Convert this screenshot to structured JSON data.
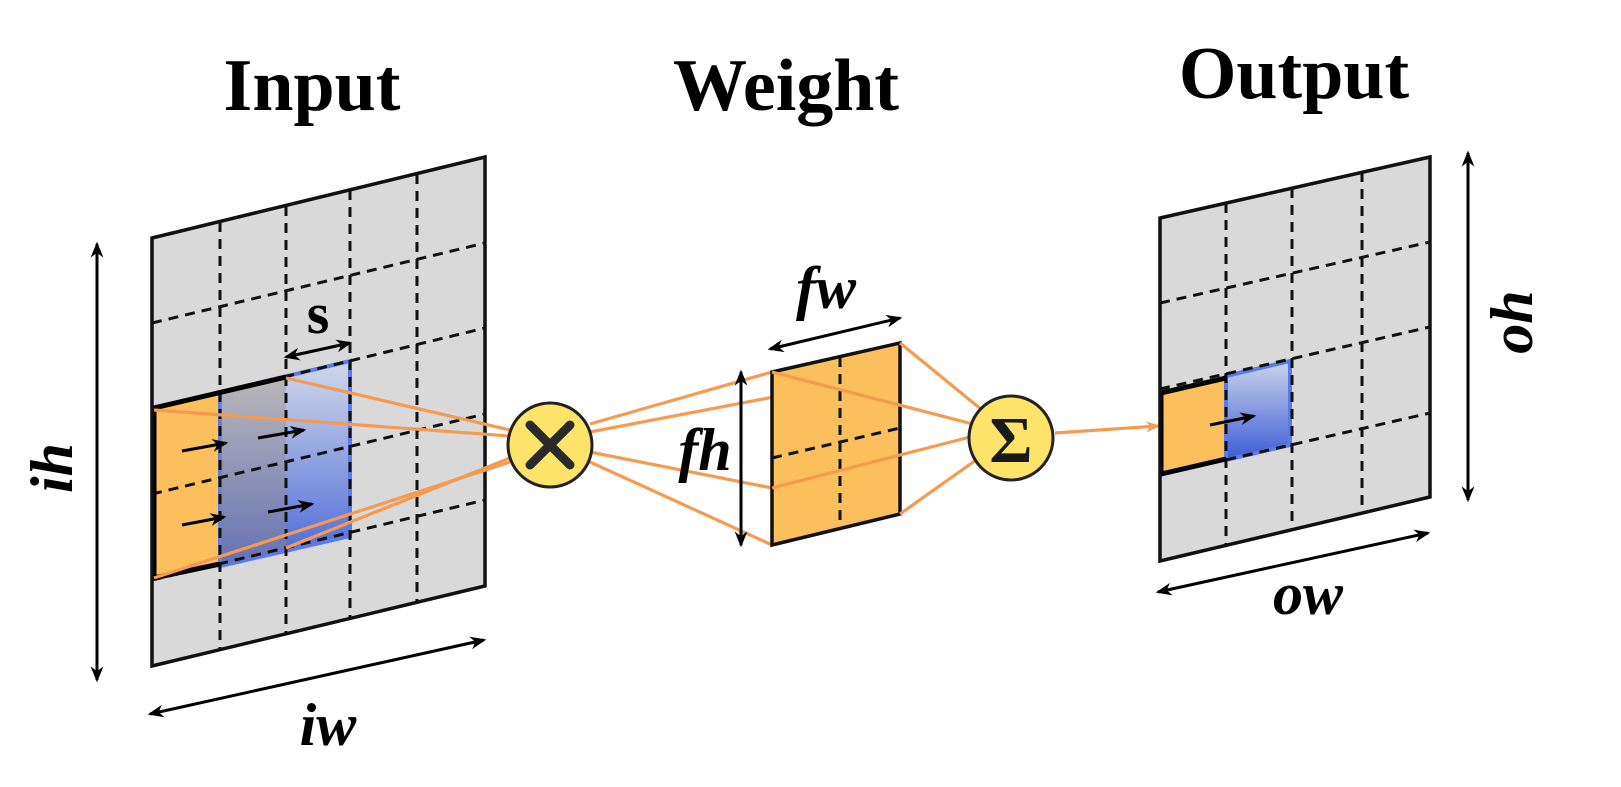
{
  "titles": {
    "input": "Input",
    "weight": "Weight",
    "output": "Output"
  },
  "dimensions": {
    "input_height": "ih",
    "input_width": "iw",
    "stride": "s",
    "filter_width": "fw",
    "filter_height": "fh",
    "output_height": "oh",
    "output_width": "ow"
  },
  "operators": {
    "multiply": "×",
    "sum": "Σ"
  },
  "colors": {
    "grid_fill": "#d9d9d9",
    "grid_line": "#111111",
    "highlight_orange": "#fbbf5c",
    "highlight_blue": "#4a6fe0",
    "connector_orange": "#f59a4f",
    "operator_fill": "#fde36a",
    "operator_stroke": "#e3b93a"
  },
  "icons": {
    "multiply": "multiply-circle-icon",
    "sum": "sigma-circle-icon"
  }
}
